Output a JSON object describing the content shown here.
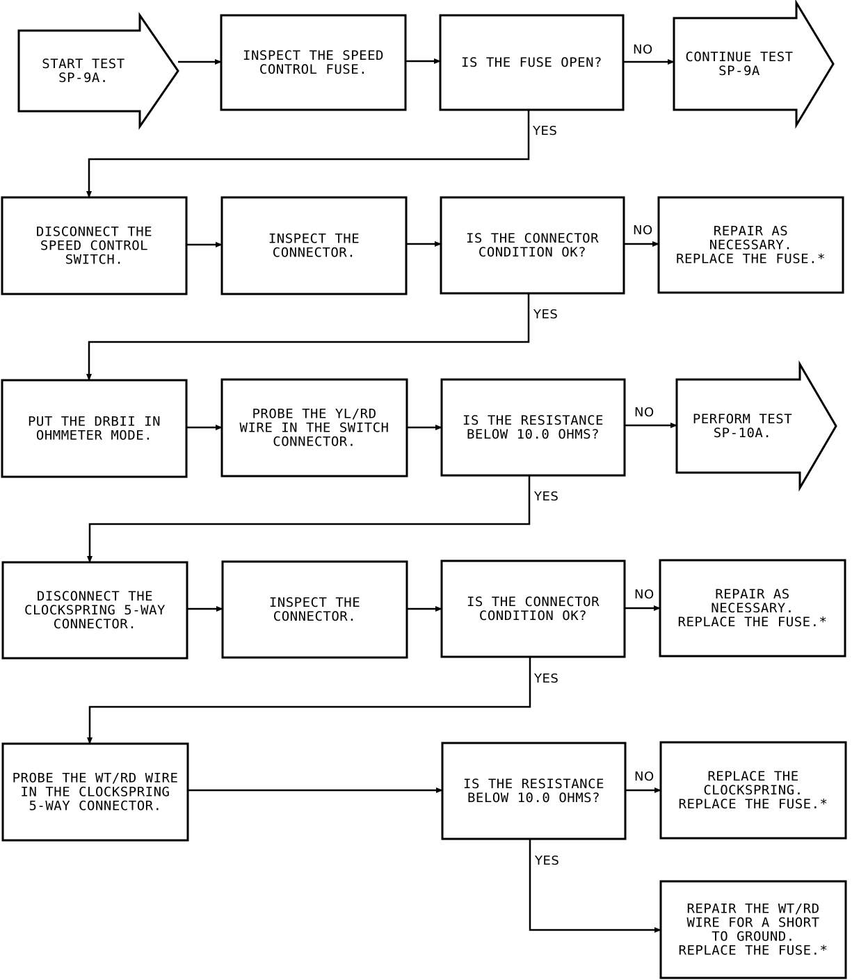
{
  "nodes": {
    "start_test": {
      "lines": [
        "START TEST",
        "SP-9A."
      ]
    },
    "inspect_fuse": {
      "lines": [
        "INSPECT THE SPEED",
        "CONTROL FUSE."
      ]
    },
    "fuse_open": {
      "lines": [
        "IS THE FUSE OPEN?"
      ]
    },
    "continue_test": {
      "lines": [
        "CONTINUE TEST",
        "SP-9A"
      ]
    },
    "disconnect_switch": {
      "lines": [
        "DISCONNECT THE",
        "SPEED CONTROL",
        "SWITCH."
      ]
    },
    "inspect_conn_1": {
      "lines": [
        "INSPECT THE",
        "CONNECTOR."
      ]
    },
    "conn_ok_1": {
      "lines": [
        "IS THE CONNECTOR",
        "CONDITION OK?"
      ]
    },
    "repair_1": {
      "lines": [
        "REPAIR AS",
        "NECESSARY.",
        "REPLACE THE FUSE.*"
      ]
    },
    "put_drbii": {
      "lines": [
        "PUT THE DRBII IN",
        "OHMMETER MODE."
      ]
    },
    "probe_yl_rd": {
      "lines": [
        "PROBE THE YL/RD",
        "WIRE IN THE SWITCH",
        "CONNECTOR."
      ]
    },
    "res_below_1": {
      "lines": [
        "IS THE RESISTANCE",
        "BELOW 10.0 OHMS?"
      ]
    },
    "perform_test": {
      "lines": [
        "PERFORM TEST",
        "SP-10A."
      ]
    },
    "disconnect_clock": {
      "lines": [
        "DISCONNECT THE",
        "CLOCKSPRING 5-WAY",
        "CONNECTOR."
      ]
    },
    "inspect_conn_2": {
      "lines": [
        "INSPECT THE",
        "CONNECTOR."
      ]
    },
    "conn_ok_2": {
      "lines": [
        "IS THE CONNECTOR",
        "CONDITION OK?"
      ]
    },
    "repair_2": {
      "lines": [
        "REPAIR AS",
        "NECESSARY.",
        "REPLACE THE FUSE.*"
      ]
    },
    "probe_wt_rd": {
      "lines": [
        "PROBE THE WT/RD WIRE",
        "IN THE CLOCKSPRING",
        "5-WAY CONNECTOR."
      ]
    },
    "res_below_2": {
      "lines": [
        "IS THE RESISTANCE",
        "BELOW 10.0 OHMS?"
      ]
    },
    "replace_clock": {
      "lines": [
        "REPLACE THE",
        "CLOCKSPRING.",
        "REPLACE THE FUSE.*"
      ]
    },
    "repair_wt_rd": {
      "lines": [
        "REPAIR THE WT/RD",
        "WIRE FOR A SHORT",
        "TO GROUND.",
        "REPLACE THE FUSE.*"
      ]
    }
  },
  "edge_labels": {
    "no": "NO",
    "yes": "YES"
  }
}
